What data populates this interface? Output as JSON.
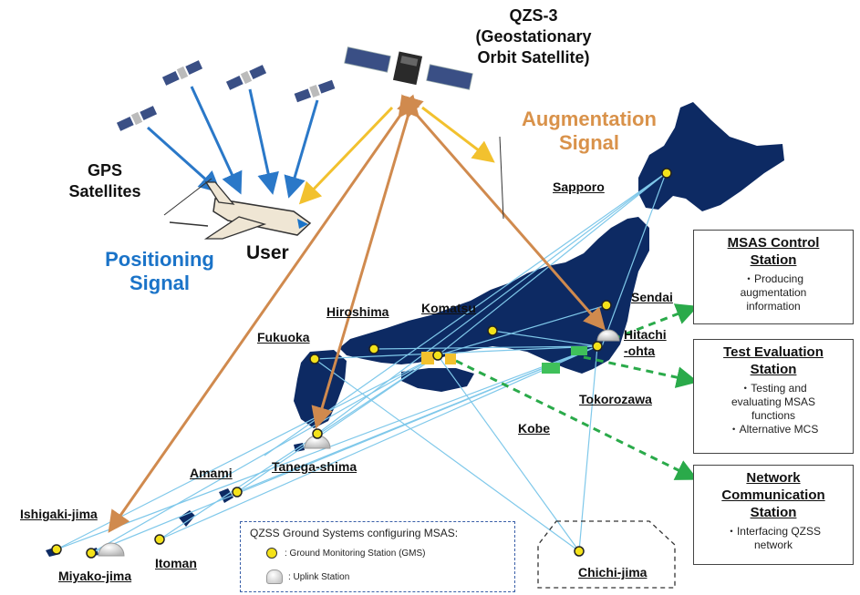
{
  "satellite": {
    "qzs": {
      "line1": "QZS-3",
      "line2": "(Geostationary",
      "line3": "Orbit Satellite)"
    },
    "gps": {
      "line1": "GPS",
      "line2": "Satellites"
    }
  },
  "signals": {
    "augmentation": {
      "line1": "Augmentation",
      "line2": "Signal",
      "color": "#d9924a"
    },
    "positioning": {
      "line1": "Positioning",
      "line2": "Signal",
      "color": "#1a73c8"
    }
  },
  "user_label": "User",
  "cities": {
    "sapporo": "Sapporo",
    "sendai": "Sendai",
    "hitachi1": "Hitachi",
    "hitachi2": "-ohta",
    "tokorozawa": "Tokorozawa",
    "komatsu": "Komatsu",
    "hiroshima": "Hiroshima",
    "fukuoka": "Fukuoka",
    "kobe": "Kobe",
    "tanegashima": "Tanega-shima",
    "amami": "Amami",
    "ishigaki": "Ishigaki-jima",
    "miyako": "Miyako-jima",
    "itoman": "Itoman",
    "chichijima": "Chichi-jima"
  },
  "stations": {
    "control": {
      "title1": "MSAS Control",
      "title2": "Station",
      "desc": [
        "・Producing",
        "augmentation",
        "information"
      ]
    },
    "test": {
      "title1": "Test Evaluation",
      "title2": "Station",
      "desc": [
        "・Testing and",
        "evaluating MSAS",
        "functions",
        "・Alternative MCS"
      ]
    },
    "network": {
      "title1": "Network",
      "title2": "Communication",
      "title3": "Station",
      "desc": [
        "・Interfacing QZSS",
        "network"
      ]
    }
  },
  "legend": {
    "title": "QZSS Ground Systems configuring MSAS:",
    "gms": ": Ground Monitoring Station (GMS)",
    "uplink": ": Uplink Station"
  },
  "colors": {
    "japan": "#0d2a63",
    "uplink_arrow": "#d08a4e",
    "downlink_arrow": "#f2c12e",
    "gps_arrow": "#2a78c8",
    "link_line": "#7fc8ea",
    "green_arrow": "#2aaa4a",
    "gms_dot": "#f4e21a"
  }
}
